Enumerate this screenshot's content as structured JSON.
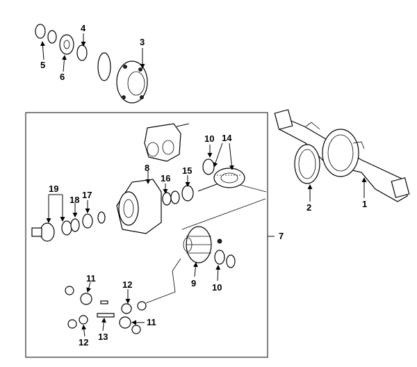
{
  "callouts": {
    "c1": "1",
    "c2": "2",
    "c3": "3",
    "c4": "4",
    "c5": "5",
    "c6": "6",
    "c7": "7",
    "c8": "8",
    "c9": "9",
    "c10a": "10",
    "c10b": "10",
    "c11a": "11",
    "c11b": "11",
    "c12a": "12",
    "c12b": "12",
    "c13": "13",
    "c14": "14",
    "c15": "15",
    "c16": "16",
    "c17": "17",
    "c18": "18",
    "c19": "19"
  }
}
